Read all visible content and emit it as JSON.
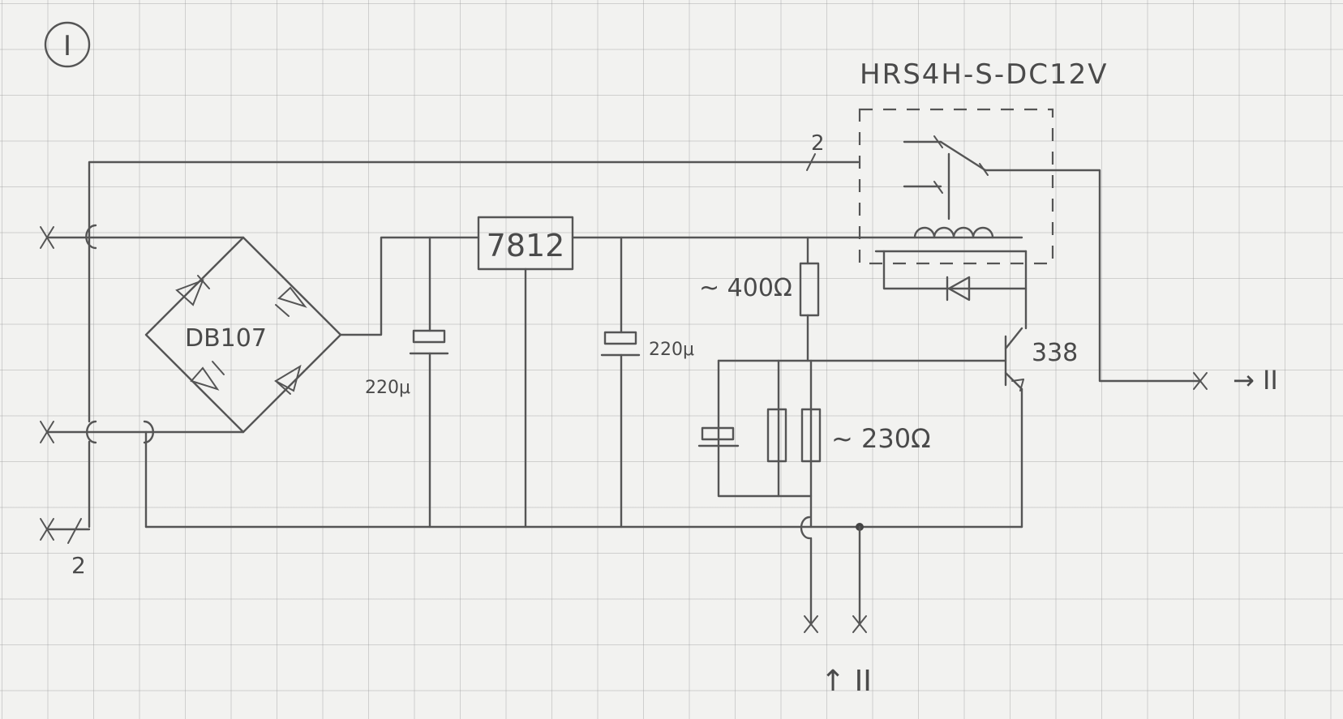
{
  "sheet_marker": "I",
  "relay_label": "HRS4H-S-DC12V",
  "bridge_label": "DB107",
  "regulator_label": "7812",
  "cap_in_label": "220μ",
  "cap_out_label": "220μ",
  "resistor_top_label": "~ 400Ω",
  "resistor_bottom_label": "~ 230Ω",
  "transistor_label": "338",
  "wire_count_top": "2",
  "wire_count_left": "2",
  "output_right_label": "→ II",
  "output_bottom_label": "↑ II"
}
